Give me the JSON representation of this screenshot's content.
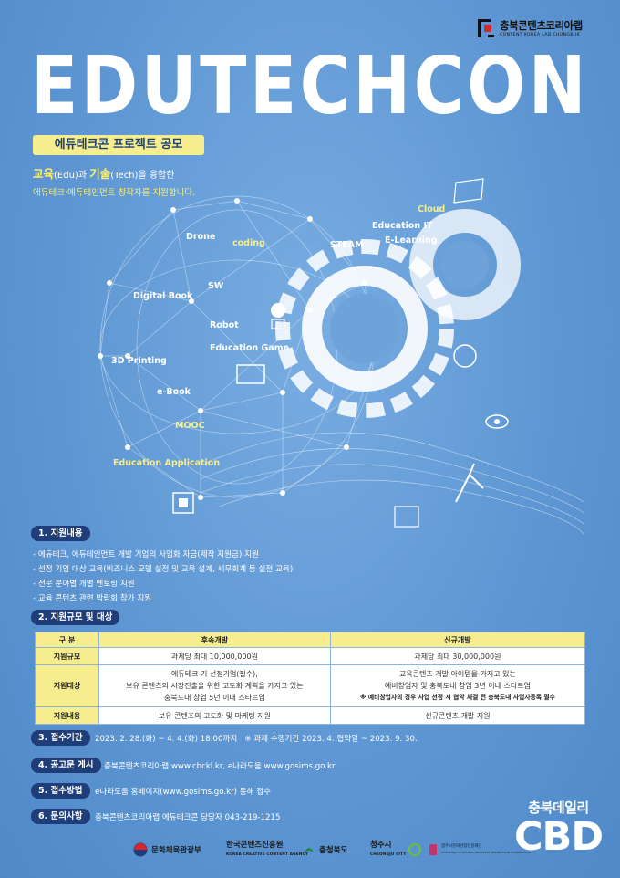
{
  "org": {
    "name": "충북콘텐츠코리아랩",
    "sub": "CONTENT KOREA LAB CHUNGBUK"
  },
  "title": "EDUTECHCON",
  "badge": "에듀테크콘 프로젝트 공모",
  "intro": {
    "line1_a": "교육",
    "line1_b": "(Edu)",
    "line1_c": "과 ",
    "line1_d": "기술",
    "line1_e": "(Tech)",
    "line1_f": "을 융합한",
    "line2": "에듀테크·에듀테인먼트 창작자를 지원합니다."
  },
  "keywords": {
    "cloud": "Cloud",
    "education_it": "Education IT",
    "e_learning": "E-Learning",
    "drone": "Drone",
    "coding": "coding",
    "steam": "STEAM",
    "sw": "SW",
    "digital_book": "Digital Book",
    "robot": "Robot",
    "education_game": "Education Game",
    "printing": "3D Printing",
    "ebook": "e-Book",
    "mooc": "MOOC",
    "education_application": "Education Application"
  },
  "sections": {
    "s1": "1. 지원내용",
    "s2": "2. 지원규모 및 대상",
    "s3": "3. 접수기간",
    "s4": "4. 공고문 게시",
    "s5": "5. 접수방법",
    "s6": "6. 문의사항"
  },
  "support_items": [
    "- 에듀테크, 에듀테인먼트 개발 기업의 사업화 자금(제작 지원금) 지원",
    "- 선정 기업 대상 교육(비즈니스 모델 설정 및 교육 설계, 세무회계 등 실전 교육)",
    "- 전문 분야별 개별 멘토링 지원",
    "- 교육 콘텐츠 관련 박람회 참가 지원"
  ],
  "table": {
    "headers": [
      "구 분",
      "후속개발",
      "신규개발"
    ],
    "rows": [
      {
        "label": "지원규모",
        "a": "과제당 최대 10,000,000원",
        "b": "과제당 최대 30,000,000원"
      },
      {
        "label": "지원대상",
        "a1": "에듀테크 기 선정기업(필수),",
        "a2": "보유 콘텐츠의 시장진출을 위한 고도화 계획을 가지고 있는",
        "a3": "충북도내 창업 5년 이내 스타트업",
        "b1": "교육콘텐츠 개발 아이템을 가지고 있는",
        "b2": "예비창업자 및 충북도내 창업 3년 이내 스타트업",
        "b3": "※ 예비창업자의 경우 사업 선정 시 협약 체결 전 충북도내 사업자등록 필수"
      },
      {
        "label": "지원내용",
        "a": "보유 콘텐츠의 고도화 및 마케팅 지원",
        "b": "신규콘텐츠 개발 지원"
      }
    ]
  },
  "period": {
    "main": "2023. 2. 28.(화) ~ 4. 4.(화) 18:00까지",
    "note": "※ 과제 수행기간  2023. 4. 협약일 ~ 2023. 9. 30."
  },
  "notice": "충북콘텐츠코리아랩 www.cbckl.kr, e나라도움 www.gosims.go.kr",
  "method": "e나라도움 홈페이지(www.gosims.go.kr) 통해 접수",
  "contact": "충북콘텐츠코리아랩 에듀테크콘 담당자 043-219-1215",
  "footer": {
    "mcst": "문화체육관광부",
    "kocca": "한국콘텐츠진흥원",
    "kocca_sub": "KOREA CREATIVE CONTENT AGENCY",
    "chungbuk": "충청북도",
    "cheongju": "청주시",
    "cheongju_sub": "CHEONGJU CITY",
    "foundation": "청주시문화산업진흥재단",
    "foundation_sub": "CHEONGJU CULTURAL INDUSTRY PROMOTION FOUNDATION"
  },
  "watermark": {
    "top": "충북데일리",
    "big": "CBD"
  }
}
